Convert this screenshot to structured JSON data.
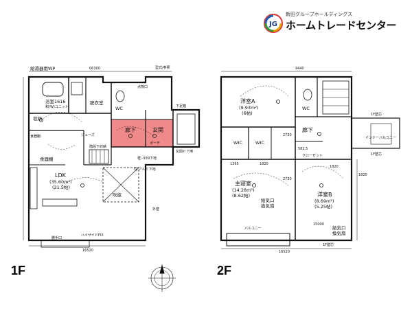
{
  "logo": {
    "group_text": "新田グループホールディングス",
    "brand_text": "ホームトレードセンター",
    "mark_text": "JG"
  },
  "floor1": {
    "label": "1F",
    "colors": {
      "highlight": "#f08a8a"
    },
    "rooms": {
      "bath": "浴室1616",
      "bath_sub": "和(W)ユニット",
      "wash": "脱衣室",
      "wc": "WC",
      "closet": "収納",
      "hall": "廊下",
      "entrance": "玄関",
      "ldk": "LDK",
      "ldk_area": "(35.60m²)",
      "ldk_tatami": "(21.5帖)",
      "stairs": "階段下収納",
      "kitchen": "食器棚",
      "fukinuke": "吹抜",
      "shoes": "シューズ",
      "porch": "ポーチ",
      "shoe_box": "下足箱"
    },
    "notes": {
      "water_heater": "給湯器用WP",
      "dim_top": "06300",
      "dim_bottom": "16520",
      "outdoor": "勝手口",
      "window_note": "型式/参照",
      "entry_step": "框:-939下地",
      "cupboard": "食器棚",
      "bottom_label": "ハイサイドFIX",
      "column_note": "柱:アルミ下地",
      "entrance_note": "玄関ドア用",
      "wall_note": "外壁",
      "attic": "点検口"
    }
  },
  "floor2": {
    "label": "2F",
    "rooms": {
      "room_a": "洋室A",
      "room_a_area": "(9.93m²)",
      "room_a_tatami": "(6帖)",
      "master": "主寝室",
      "master_area": "(14.28m²)",
      "master_tatami": "(8.62帖)",
      "room_b": "洋室B",
      "room_b_area": "(8.69m²)",
      "room_b_tatami": "(5.25帖)",
      "wic1": "WIC",
      "wic2": "WIC",
      "closet": "クローゼット",
      "hall": "廊下",
      "wc": "WC",
      "balcony": "バルコニー",
      "balcony2": "インナーバルコニー",
      "vent1": "給気口",
      "vent1b": "換気扇",
      "vent2": "給気口",
      "vent2b": "換気扇"
    },
    "notes": {
      "dim_top": "9440",
      "dim_1365": "1365",
      "dim_1820": "1820",
      "dim_1820b": "1820",
      "dim_bottom": "16520",
      "dim_15000": "15000",
      "wall_r": "1F壁芯",
      "wall_r2": "1F壁芯",
      "wall_b": "1F壁芯",
      "dim_right": "1820",
      "dim_side": "2730",
      "dim_side2": "2730",
      "dim_local": "582.5"
    }
  }
}
